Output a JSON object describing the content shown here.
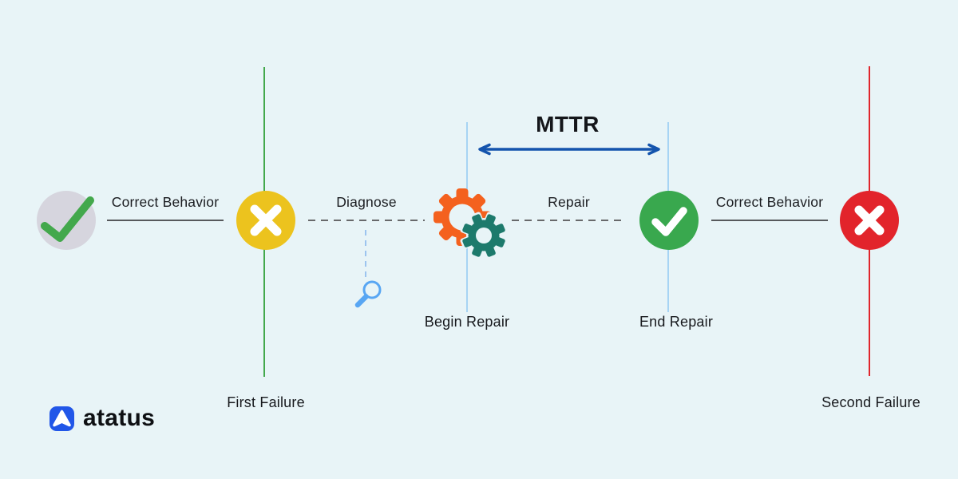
{
  "title": {
    "label": "MTTR"
  },
  "segments": [
    {
      "label": "Correct Behavior",
      "style": "solid"
    },
    {
      "label": "Diagnose",
      "style": "dashed"
    },
    {
      "label": "Repair",
      "style": "dashed"
    },
    {
      "label": "Correct Behavior",
      "style": "solid"
    }
  ],
  "markers": {
    "first_failure": "First Failure",
    "begin_repair": "Begin Repair",
    "end_repair": "End Repair",
    "second_failure": "Second Failure"
  },
  "brand": {
    "name": "atatus"
  },
  "icons": [
    "check-circle-icon",
    "cross-circle-icon",
    "gears-icon",
    "magnifier-icon",
    "check-circle-icon",
    "cross-circle-icon"
  ],
  "colors": {
    "background": "#e8f4f7",
    "success_green": "#43a84c",
    "success_green2": "#39a84e",
    "warning_yellow": "#ecc31e",
    "error_red": "#e0262c",
    "error_red2": "#e2242b",
    "neutral_gray": "#d6d5de",
    "gear_orange": "#f4611e",
    "gear_teal": "#1d7a6c",
    "timeline_blue": "#a7d4f4",
    "drop_blue": "#9cc4ef",
    "magnifier_blue": "#58a6f3",
    "arrow_blue": "#1454ad",
    "brand_blue": "#2156e8"
  }
}
